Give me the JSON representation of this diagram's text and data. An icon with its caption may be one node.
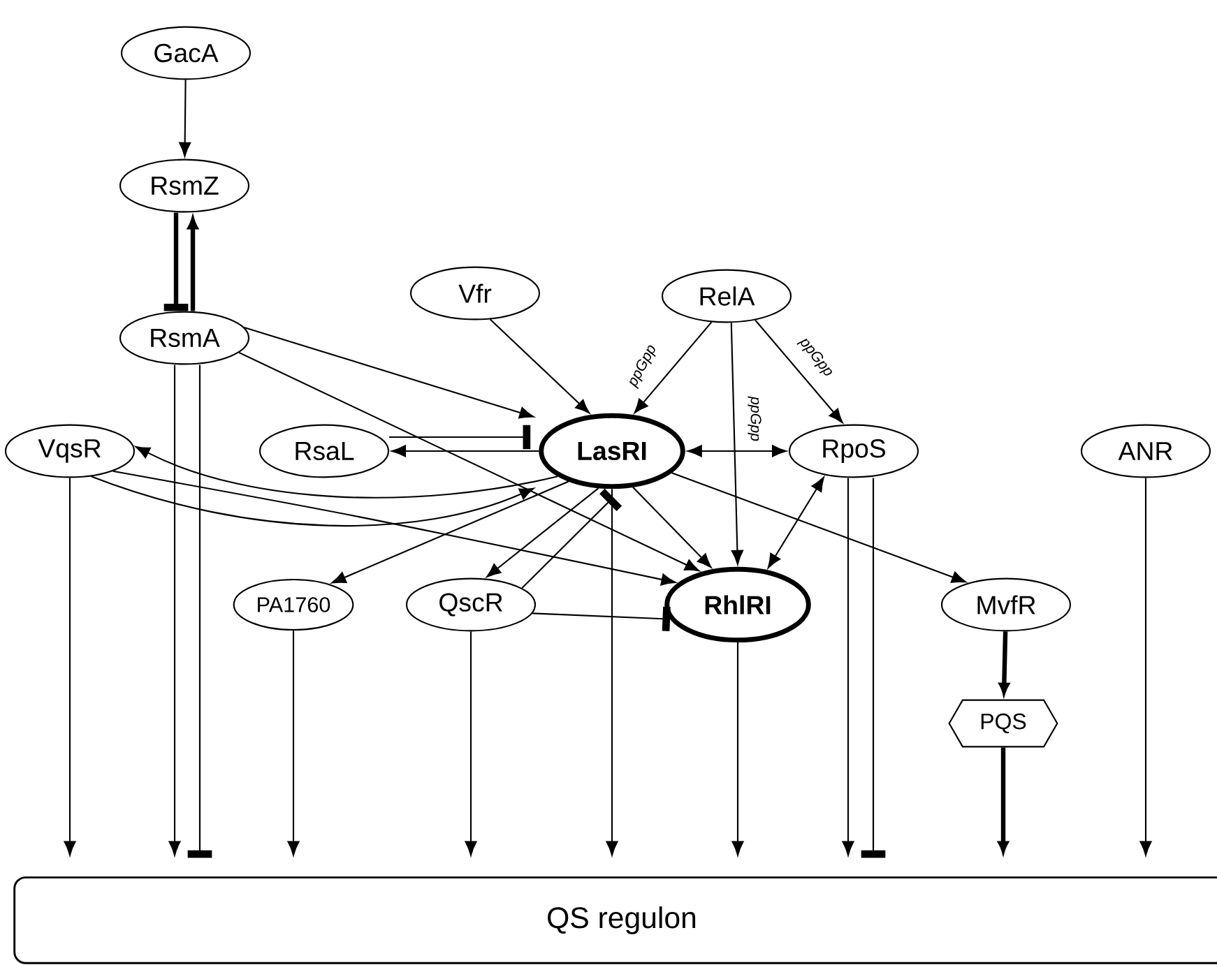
{
  "diagram": {
    "nodes": [
      {
        "text": [
          "GacA"
        ]
      },
      {
        "text": [
          "RsmZ"
        ]
      },
      {
        "text": [
          "RsmA"
        ]
      },
      {
        "text": [
          "Vfr"
        ]
      },
      {
        "text": [
          "RelA"
        ]
      },
      {
        "text": [
          "VqsR"
        ]
      },
      {
        "text": [
          "RsaL"
        ]
      },
      {
        "text": [
          "LasRI"
        ]
      },
      {
        "text": [
          "RpoS"
        ]
      },
      {
        "text": [
          "ANR"
        ]
      },
      {
        "text": [
          "PA1760"
        ]
      },
      {
        "text": [
          "QscR"
        ]
      },
      {
        "text": [
          "RhlRI"
        ]
      },
      {
        "text": [
          "MvfR"
        ]
      },
      {
        "text": [
          "PQS"
        ]
      },
      {
        "text": [
          "QS regulon"
        ]
      }
    ],
    "edges": [
      {
        "from": 0,
        "to": 1,
        "arrow": "to"
      },
      {
        "from": 1,
        "to": 2,
        "arrow": "other",
        "style": "thick"
      },
      {
        "from": 2,
        "to": 1,
        "arrow": "to",
        "style": "thick"
      },
      {
        "from": 2,
        "to": 7,
        "arrow": "to"
      },
      {
        "from": 2,
        "to": 12,
        "arrow": "to"
      },
      {
        "from": 3,
        "to": 7,
        "arrow": "to"
      },
      {
        "from": 4,
        "to": 7,
        "arrow": "to",
        "label": "ppGpp"
      },
      {
        "from": 4,
        "to": 12,
        "arrow": "to",
        "label": "ppGpp"
      },
      {
        "from": 4,
        "to": 8,
        "arrow": "to",
        "label": "ppGpp"
      },
      {
        "from": 6,
        "to": 7,
        "arrow": "other"
      },
      {
        "from": 7,
        "to": 6,
        "arrow": "to"
      },
      {
        "from": 7,
        "to": 8,
        "arrow": "both"
      },
      {
        "from": 7,
        "to": 5,
        "arrow": "to"
      },
      {
        "from": 5,
        "to": 7,
        "arrow": "to"
      },
      {
        "from": 5,
        "to": 12,
        "arrow": "to"
      },
      {
        "from": 7,
        "to": 10,
        "arrow": "to"
      },
      {
        "from": 7,
        "to": 11,
        "arrow": "to"
      },
      {
        "from": 11,
        "to": 7,
        "arrow": "other"
      },
      {
        "from": 11,
        "to": 12,
        "arrow": "other"
      },
      {
        "from": 7,
        "to": 12,
        "arrow": "to"
      },
      {
        "from": 8,
        "to": 12,
        "arrow": "both"
      },
      {
        "from": 7,
        "to": 13,
        "arrow": "to"
      },
      {
        "from": 13,
        "to": 14,
        "arrow": "to",
        "style": "thick"
      },
      {
        "from": 5,
        "to": 15,
        "arrow": "to"
      },
      {
        "from": 2,
        "to": 15,
        "arrow": "to"
      },
      {
        "from": 2,
        "to": 15,
        "arrow": "other"
      },
      {
        "from": 10,
        "to": 15,
        "arrow": "to"
      },
      {
        "from": 11,
        "to": 15,
        "arrow": "to"
      },
      {
        "from": 7,
        "to": 15,
        "arrow": "to"
      },
      {
        "from": 12,
        "to": 15,
        "arrow": "to"
      },
      {
        "from": 8,
        "to": 15,
        "arrow": "to"
      },
      {
        "from": 8,
        "to": 15,
        "arrow": "other"
      },
      {
        "from": 14,
        "to": 15,
        "arrow": "to",
        "style": "thick"
      },
      {
        "from": 9,
        "to": 15,
        "arrow": "to"
      }
    ]
  }
}
